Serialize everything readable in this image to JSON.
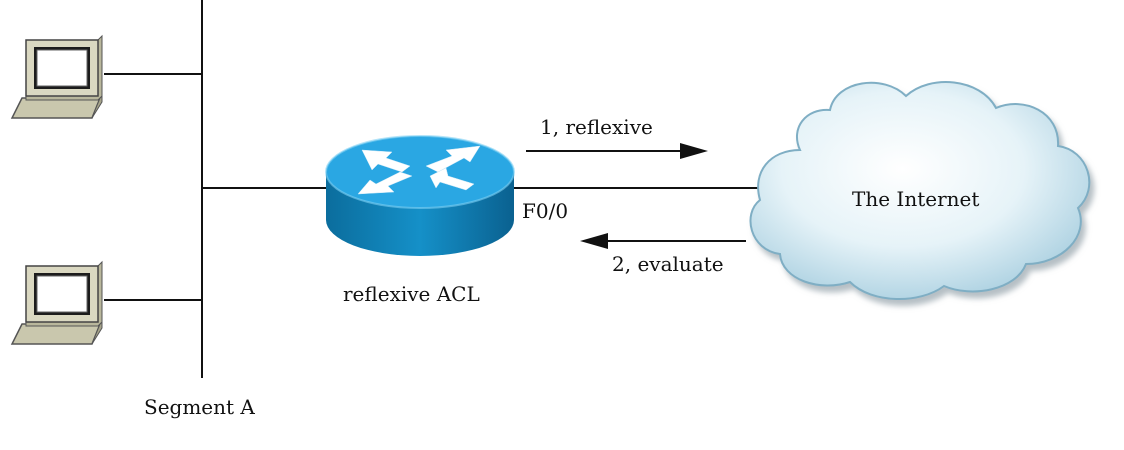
{
  "labels": {
    "segment": "Segment A",
    "router": "reflexive ACL",
    "interface": "F0/0",
    "arrow_out": "1, reflexive",
    "arrow_in": "2, evaluate",
    "cloud": "The Internet"
  },
  "icons": {
    "pc_top": "computer-icon",
    "pc_bottom": "computer-icon",
    "router": "router-icon",
    "cloud": "internet-cloud-icon"
  },
  "colors": {
    "line": "#111111",
    "router_top": "#2aa7e3",
    "router_side": "#0a6e9e",
    "cloud_fill": "#dbeef5",
    "pc_body": "#d6d4bc"
  }
}
